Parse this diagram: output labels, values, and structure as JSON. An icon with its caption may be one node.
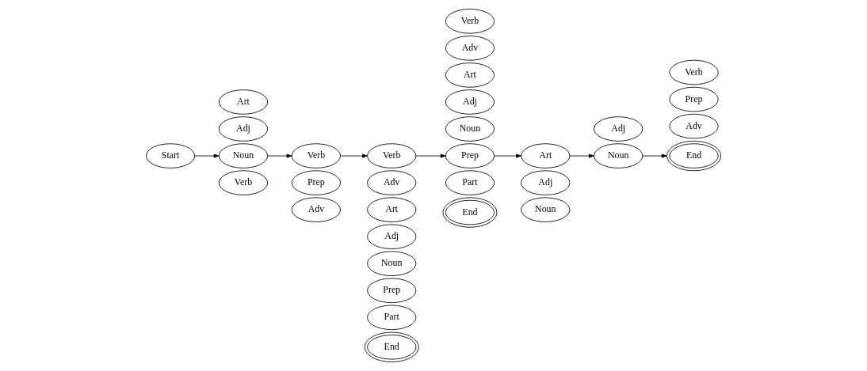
{
  "diagram": {
    "nodes": [
      {
        "text": [
          "Start"
        ]
      },
      {
        "text": [
          "Art"
        ]
      },
      {
        "text": [
          "Adj"
        ]
      },
      {
        "text": [
          "Noun"
        ]
      },
      {
        "text": [
          "Verb"
        ]
      },
      {
        "text": [
          "Verb"
        ]
      },
      {
        "text": [
          "Prep"
        ]
      },
      {
        "text": [
          "Adv"
        ]
      },
      {
        "text": [
          "Verb"
        ]
      },
      {
        "text": [
          "Adv"
        ]
      },
      {
        "text": [
          "Art"
        ]
      },
      {
        "text": [
          "Adj"
        ]
      },
      {
        "text": [
          "Noun"
        ]
      },
      {
        "text": [
          "Prep"
        ]
      },
      {
        "text": [
          "Part"
        ]
      },
      {
        "text": [
          "End"
        ]
      },
      {
        "text": [
          "Verb"
        ]
      },
      {
        "text": [
          "Adv"
        ]
      },
      {
        "text": [
          "Art"
        ]
      },
      {
        "text": [
          "Adj"
        ]
      },
      {
        "text": [
          "Noun"
        ]
      },
      {
        "text": [
          "Prep"
        ]
      },
      {
        "text": [
          "Part"
        ]
      },
      {
        "text": [
          "End"
        ]
      },
      {
        "text": [
          "Art"
        ]
      },
      {
        "text": [
          "Adj"
        ]
      },
      {
        "text": [
          "Noun"
        ]
      },
      {
        "text": [
          "Adj"
        ]
      },
      {
        "text": [
          "Noun"
        ]
      },
      {
        "text": [
          "Verb"
        ]
      },
      {
        "text": [
          "Prep"
        ]
      },
      {
        "text": [
          "Adv"
        ]
      },
      {
        "text": [
          "End"
        ]
      }
    ],
    "edges": [
      {
        "from": 0,
        "to": 3,
        "arrow": "to"
      },
      {
        "from": 3,
        "to": 5,
        "arrow": "to"
      },
      {
        "from": 5,
        "to": 8,
        "arrow": "to"
      },
      {
        "from": 8,
        "to": 21,
        "arrow": "to"
      },
      {
        "from": 21,
        "to": 24,
        "arrow": "to"
      },
      {
        "from": 24,
        "to": 28,
        "arrow": "to"
      },
      {
        "from": 28,
        "to": 32,
        "arrow": "to"
      }
    ]
  }
}
